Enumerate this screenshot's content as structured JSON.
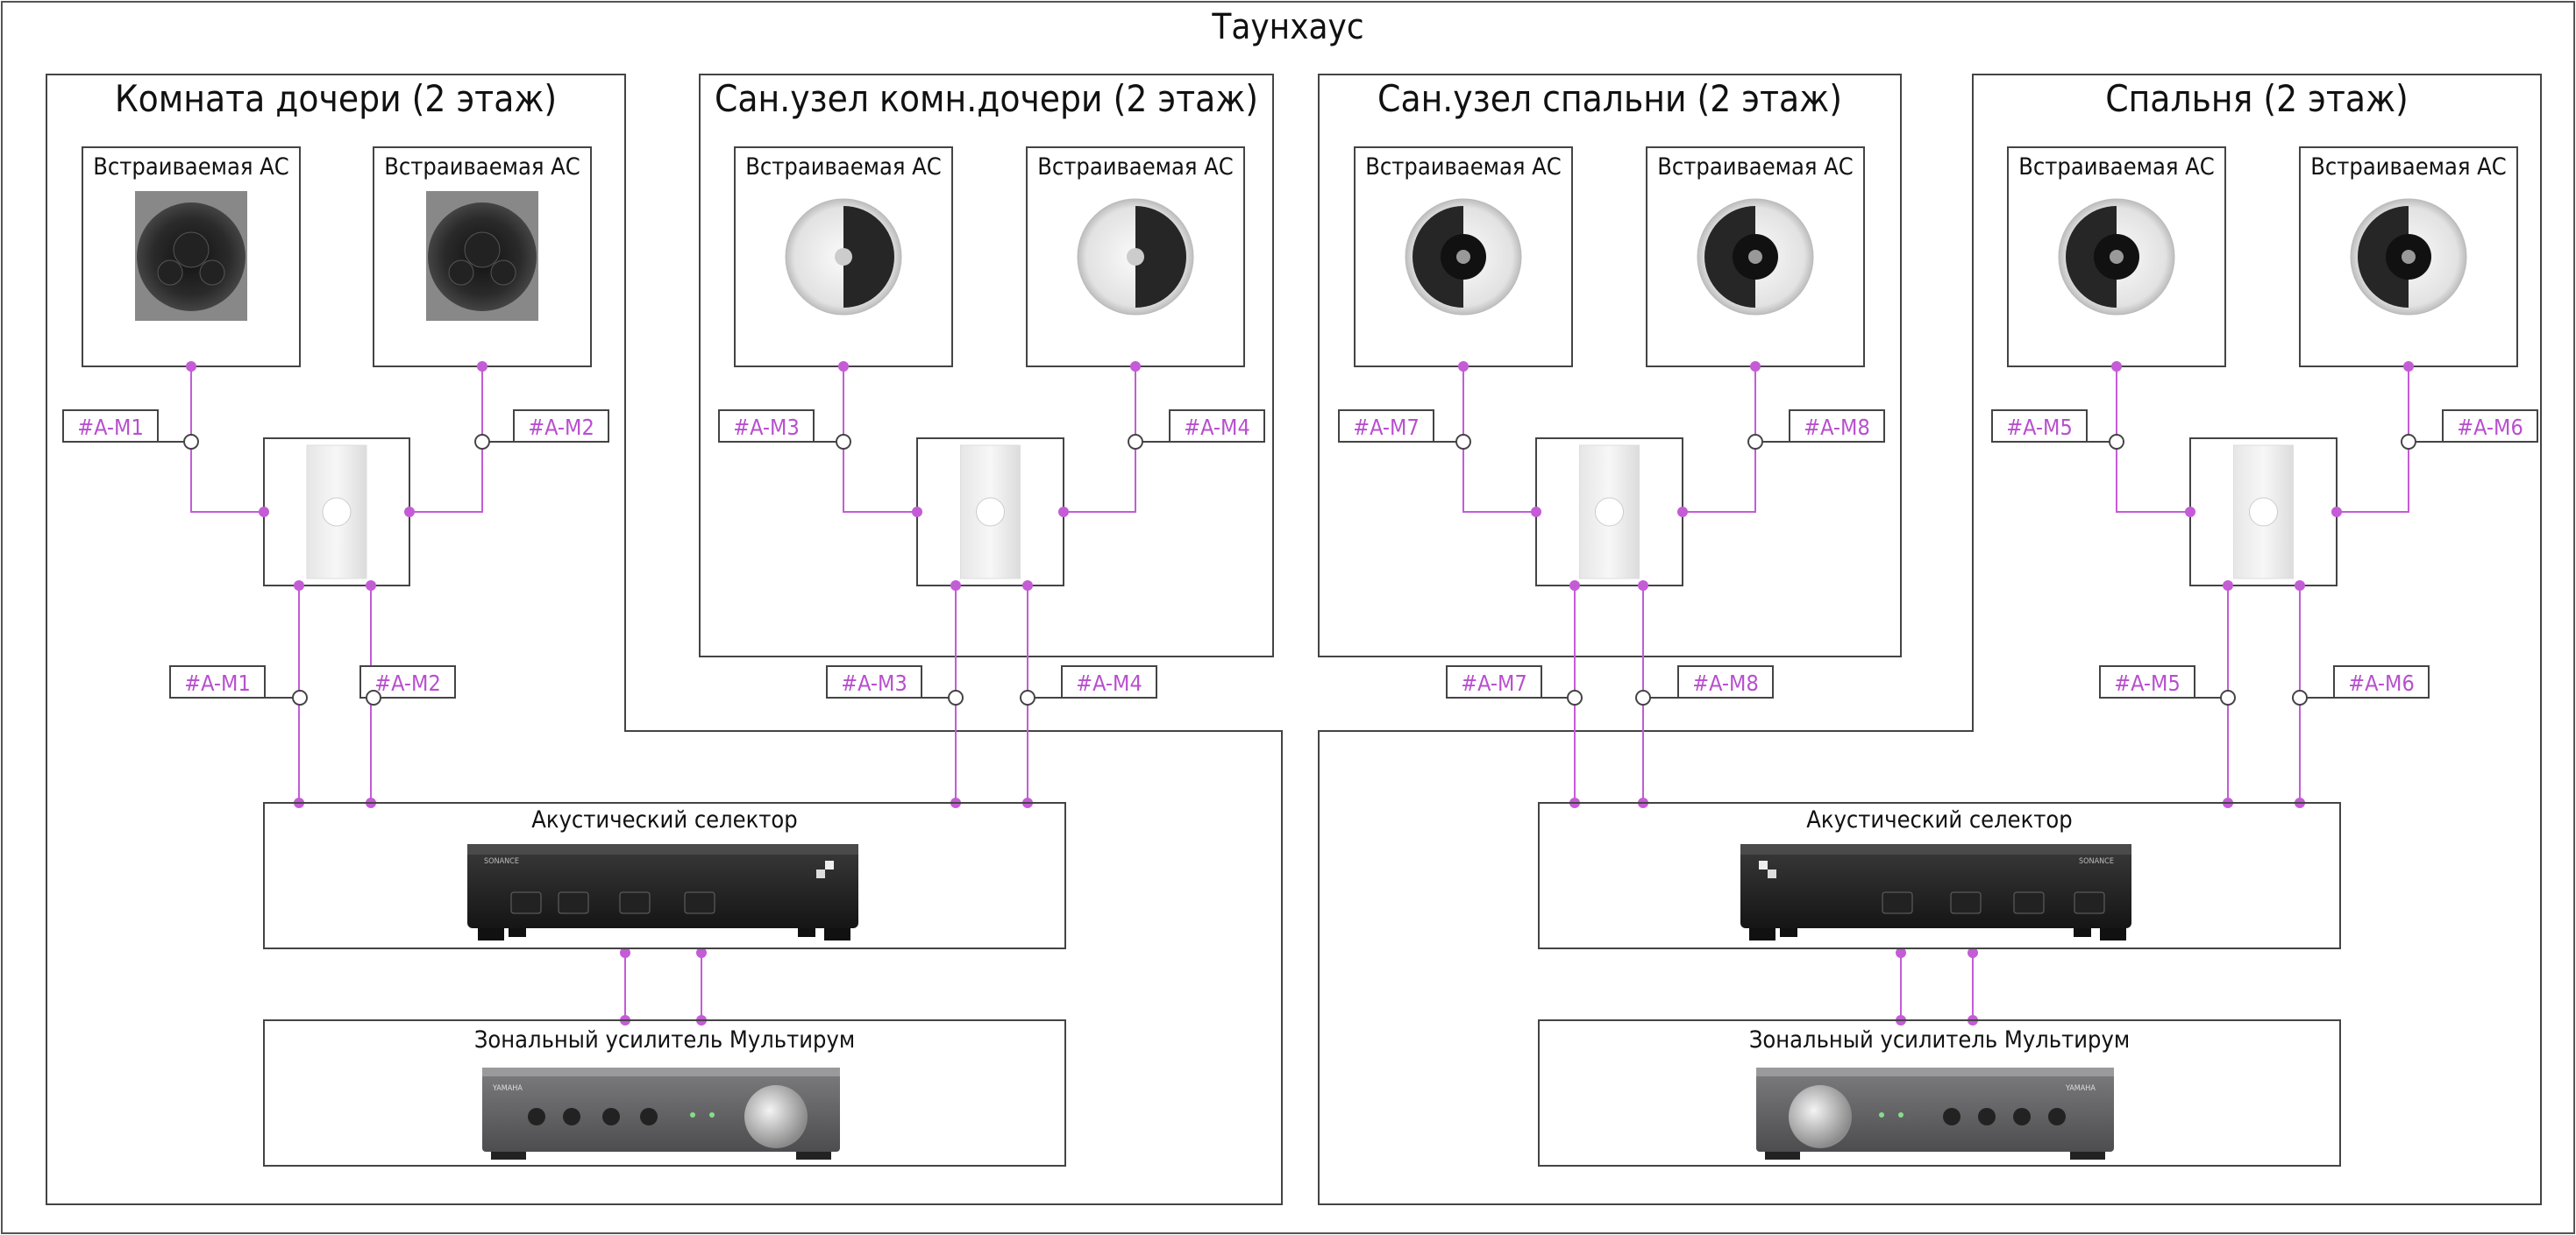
{
  "title": "Таунхаус",
  "rooms": [
    {
      "title": "Комната дочери (2 этаж)"
    },
    {
      "title": "Сан.узел комн.дочери (2 этаж)"
    },
    {
      "title": "Сан.узел спальни (2 этаж)"
    },
    {
      "title": "Спальня (2 этаж)"
    }
  ],
  "speaker_label": "Встраиваемая АС",
  "tags_top": [
    "#A-M1",
    "#A-M2",
    "#A-M3",
    "#A-M4",
    "#A-M7",
    "#A-M8",
    "#A-M5",
    "#A-M6"
  ],
  "tags_bottom": [
    "#A-M1",
    "#A-M2",
    "#A-M3",
    "#A-M4",
    "#A-M7",
    "#A-M8",
    "#A-M5",
    "#A-M6"
  ],
  "selector_label": "Акустический селектор",
  "amp_label": "Зональный усилитель Мультирум",
  "selector_brand": "SONANCE",
  "amp_brand": "YAMAHA",
  "colors": {
    "wire": "#c45cd6",
    "frame": "#333333",
    "text": "#111111",
    "tag": "#b84fce"
  }
}
